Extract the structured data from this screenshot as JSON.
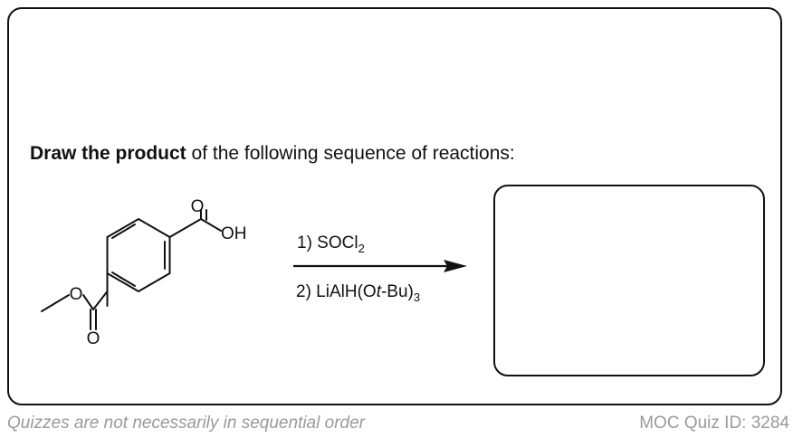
{
  "prompt": {
    "bold": "Draw the product",
    "rest": " of the following sequence of reactions:"
  },
  "molecule": {
    "carbonyl_o_top": "O",
    "hydroxyl": "OH",
    "ester_o": "O",
    "carbonyl_o_bottom": "O",
    "structure_name": "methyl-ester-benzoic-acid-icon"
  },
  "reagents": {
    "step1_prefix": "1) SOCl",
    "step1_sub": "2",
    "step2_prefix": "2) LiAlH(O",
    "step2_italic": "t",
    "step2_mid": "-Bu)",
    "step2_sub": "3"
  },
  "answer_box": {
    "content": ""
  },
  "footer": {
    "left": "Quizzes are not necessarily in sequential order",
    "right": "MOC Quiz ID: 3284"
  },
  "colors": {
    "border": "#111111",
    "footer_text": "#9a9a9a"
  }
}
